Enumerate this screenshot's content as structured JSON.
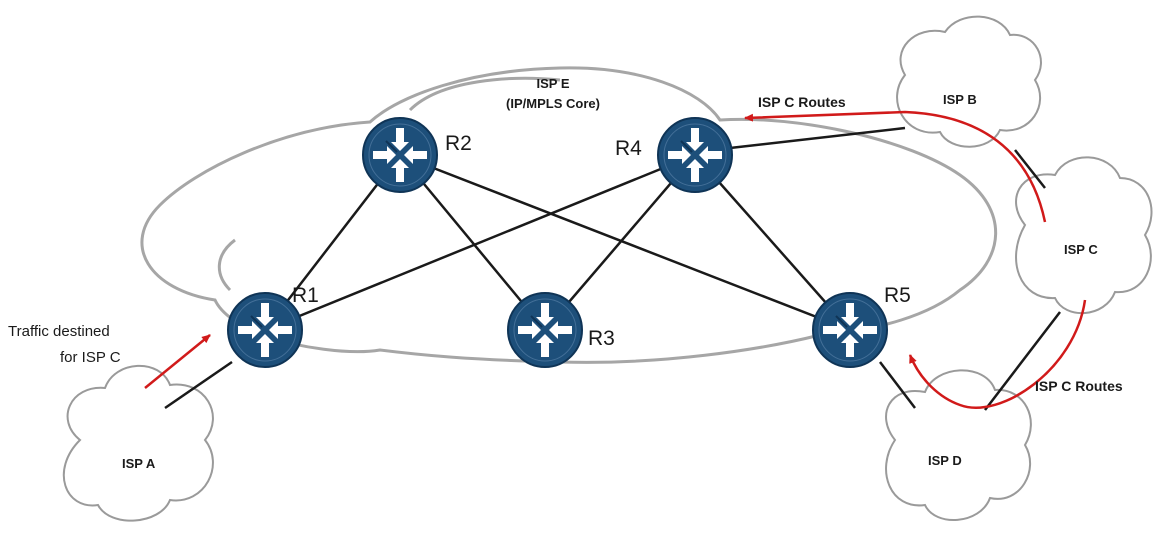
{
  "colors": {
    "router_fill": "#1d4f7a",
    "router_ring": "#0f3456",
    "link": "#1a1a1a",
    "cloud_stroke": "#9a9a9a",
    "core_stroke": "#a6a6a6",
    "route_arrow": "#d11a1a"
  },
  "core": {
    "title": "ISP E",
    "subtitle": "(IP/MPLS Core)"
  },
  "routers": {
    "r1": "R1",
    "r2": "R2",
    "r3": "R3",
    "r4": "R4",
    "r5": "R5"
  },
  "isps": {
    "a": "ISP A",
    "b": "ISP B",
    "c": "ISP C",
    "d": "ISP D"
  },
  "annotations": {
    "traffic_line1": "Traffic destined",
    "traffic_line2": "for ISP C",
    "routes_top": "ISP C Routes",
    "routes_bottom": "ISP C Routes"
  },
  "icons": {
    "router": "router-icon",
    "cloud": "cloud-icon"
  }
}
